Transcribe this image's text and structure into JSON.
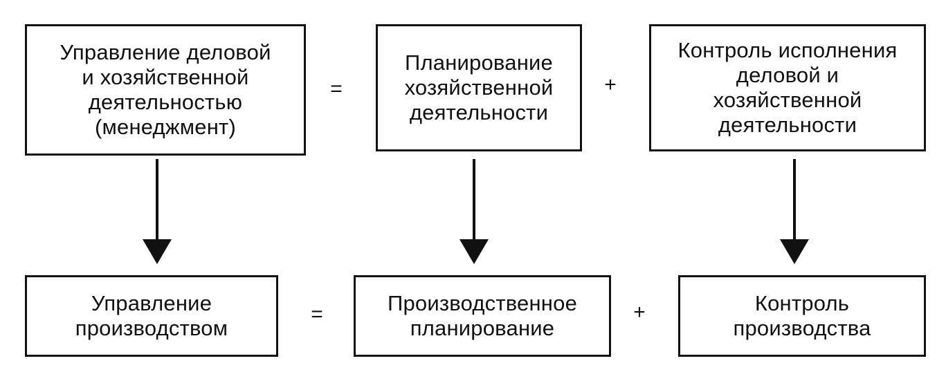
{
  "top_row": {
    "management_box": "Управление деловой\nи хозяйственной\nдеятельностью\n(менеджмент)",
    "equals": "=",
    "planning_box": "Планирование\nхозяйственной\nдеятельности",
    "plus": "+",
    "control_box": "Контроль исполнения\nделовой и\nхозяйственной\nдеятельности"
  },
  "bottom_row": {
    "production_management_box": "Управление\nпроизводством",
    "equals": "=",
    "production_planning_box": "Производственное\nпланирование",
    "plus": "+",
    "production_control_box": "Контроль\nпроизводства"
  }
}
